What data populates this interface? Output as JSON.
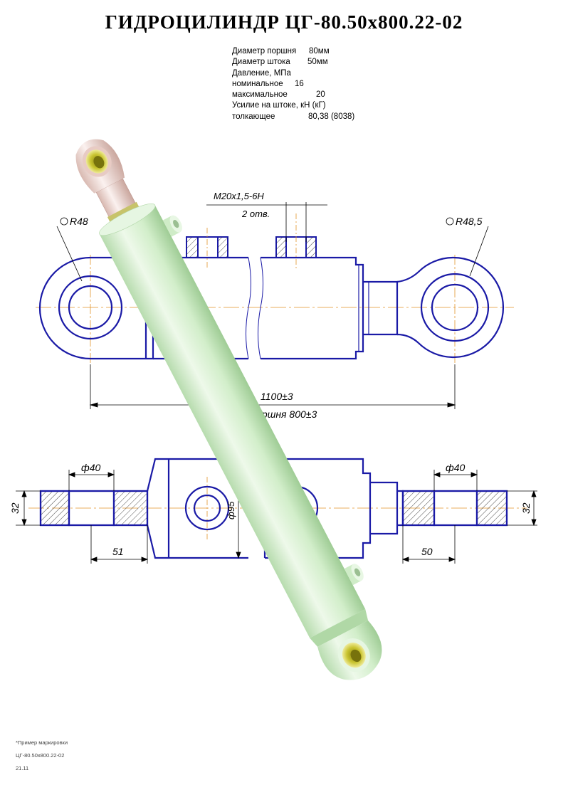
{
  "title": "ГИДРОЦИЛИНДР  ЦГ-80.50х800.22-02",
  "specs": [
    {
      "label": "Диаметр поршня",
      "value": "80мм"
    },
    {
      "label": "Диаметр штока",
      "value": "50мм"
    },
    {
      "label": "Давление, МПа",
      "value": ""
    },
    {
      "label": "номинальное",
      "value": "16"
    },
    {
      "label": "максимальное",
      "value": "20"
    },
    {
      "label": "Усилие на штоке, кН (кГ)",
      "value": ""
    },
    {
      "label": "толкающее",
      "value": "80,38 (8038)"
    }
  ],
  "dimensions": {
    "thread": "M20x1,5-6H",
    "thread_count": "2 отв.",
    "radius_left": "R48",
    "radius_right": "R48,5",
    "length": "1100±3",
    "stroke": "Ход поршня 800±3",
    "bore_left": "ф40",
    "bore_right": "ф40",
    "body_diameter": "ф95",
    "width_left": "32",
    "width_right": "32",
    "offset_left": "51",
    "offset_right": "50"
  },
  "marking": {
    "caption": "*Пример маркировки",
    "code": "ЦГ-80.50х800.22-02",
    "date": "21.11"
  },
  "colors": {
    "outline": "#1a1aa6",
    "centerline": "#e2932a",
    "dimension": "#000000",
    "cylinder_body": "#d6f0cf",
    "rod_end": "#f3e0dc",
    "bushing": "#c9c430"
  }
}
